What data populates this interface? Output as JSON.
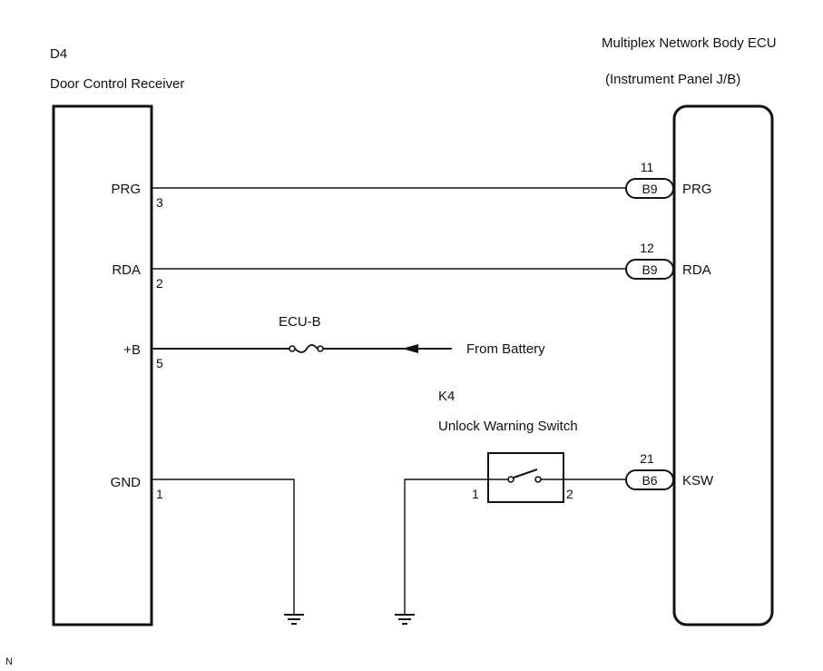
{
  "left_component": {
    "code": "D4",
    "name": "Door Control Receiver",
    "pins": [
      {
        "signal": "PRG",
        "pin": "3"
      },
      {
        "signal": "RDA",
        "pin": "2"
      },
      {
        "signal": "+B",
        "pin": "5"
      },
      {
        "signal": "GND",
        "pin": "1"
      }
    ]
  },
  "right_component": {
    "name": "Multiplex Network Body ECU",
    "subtitle": "(Instrument Panel J/B)",
    "pins": [
      {
        "signal": "PRG",
        "pin": "11",
        "connector": "B9"
      },
      {
        "signal": "RDA",
        "pin": "12",
        "connector": "B9"
      },
      {
        "signal": "KSW",
        "pin": "21",
        "connector": "B6"
      }
    ]
  },
  "fuse": {
    "name": "ECU-B"
  },
  "battery_label": "From Battery",
  "switch": {
    "code": "K4",
    "name": "Unlock Warning Switch",
    "pin_left": "1",
    "pin_right": "2"
  },
  "footer_mark": "N"
}
